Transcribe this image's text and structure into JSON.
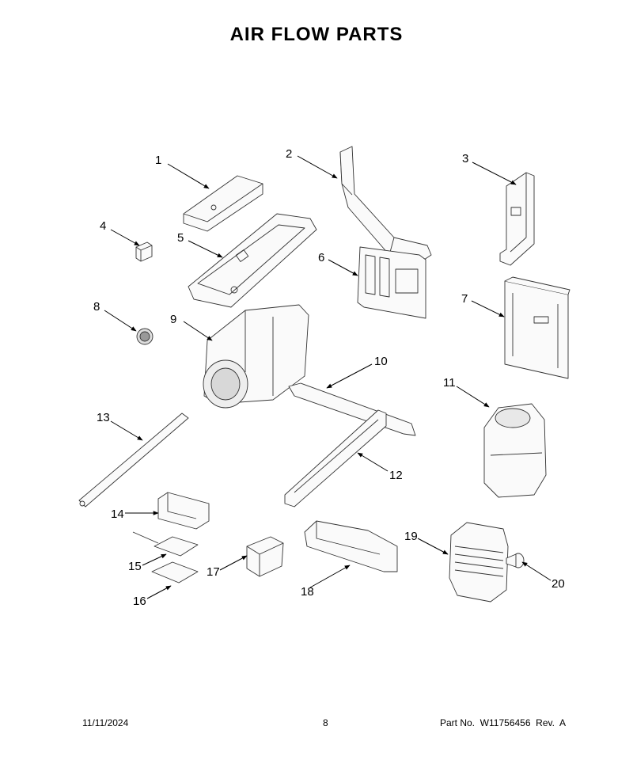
{
  "page": {
    "title": "AIR FLOW PARTS",
    "footer": {
      "date": "11/11/2024",
      "page_number": "8",
      "part_number": "Part No.  W11756456  Rev.  A"
    }
  },
  "callouts": [
    "1",
    "2",
    "3",
    "4",
    "5",
    "6",
    "7",
    "8",
    "9",
    "10",
    "11",
    "12",
    "13",
    "14",
    "15",
    "16",
    "17",
    "18",
    "19",
    "20"
  ]
}
